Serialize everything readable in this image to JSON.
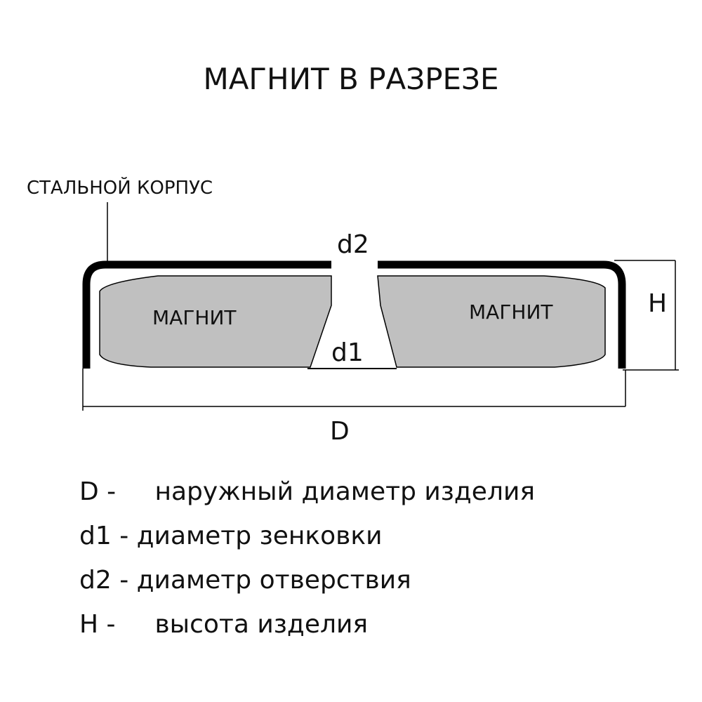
{
  "title": "МАГНИТ В РАЗРЕЗЕ",
  "housing_label": "СТАЛЬНОЙ КОРПУС",
  "magnet_left_label": "МАГНИТ",
  "magnet_right_label": "МАГНИТ",
  "dimension_labels": {
    "d2": "d2",
    "d1": "d1",
    "H": "H",
    "D": "D"
  },
  "legend": [
    {
      "key": "D -",
      "text": "наружный диаметр изделия"
    },
    {
      "key": "d1 -",
      "text": "диаметр зенковки"
    },
    {
      "key": "d2 -",
      "text": "диаметр отверствия"
    },
    {
      "key": "H -",
      "text": "высота изделия"
    }
  ],
  "colors": {
    "magnet_fill": "#c0c0c0",
    "housing": "#000000"
  }
}
